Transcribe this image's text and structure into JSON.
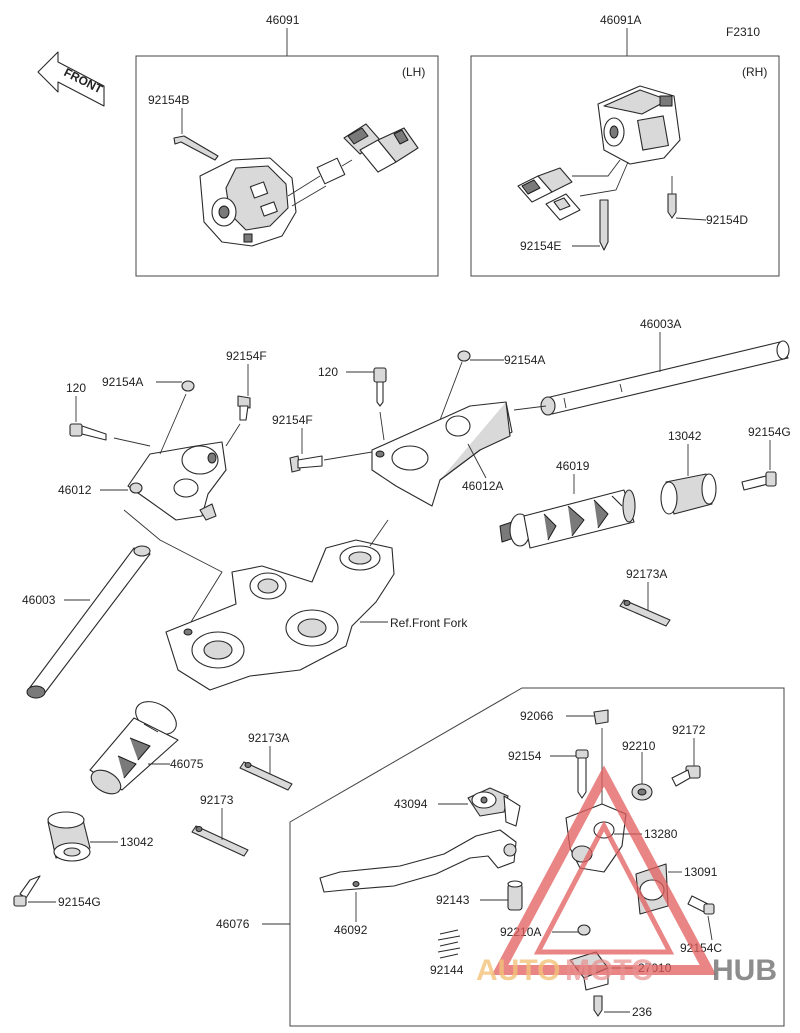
{
  "diagram_id": "F2310",
  "front_label": "FRONT",
  "left_switch": {
    "part_no": "46091",
    "side": "(LH)",
    "screw": "92154B"
  },
  "right_switch": {
    "part_no": "46091A",
    "side": "(RH)",
    "screw_d": "92154D",
    "screw_e": "92154E"
  },
  "labels": {
    "p46003A": "46003A",
    "p120a": "120",
    "p120b": "120",
    "p92154A_a": "92154A",
    "p92154A_b": "92154A",
    "p92154F_a": "92154F",
    "p92154F_b": "92154F",
    "p46012": "46012",
    "p46012A": "46012A",
    "p13042a": "13042",
    "p92154G_a": "92154G",
    "p46019": "46019",
    "p92173A_a": "92173A",
    "p46003": "46003",
    "fork_ref": "Ref.Front Fork",
    "p46075": "46075",
    "p92173A_b": "92173A",
    "p92173": "92173",
    "p13042b": "13042",
    "p92154G_b": "92154G",
    "p92066": "92066",
    "p92154": "92154",
    "p92210": "92210",
    "p92172": "92172",
    "p43094": "43094",
    "p13280": "13280",
    "p13091": "13091",
    "p46076": "46076",
    "p46092": "46092",
    "p92143": "92143",
    "p92210A": "92210A",
    "p92154C": "92154C",
    "p92144": "92144",
    "p27010": "27010",
    "p236": "236"
  },
  "watermark": {
    "text_a": "AUTO",
    "text_b": "MOTO",
    "text_c": "HUB",
    "color_a": "#f3c27a",
    "color_b": "#e98f8f",
    "color_c": "#7a7a7a",
    "triangle_color": "#e25d5d"
  }
}
